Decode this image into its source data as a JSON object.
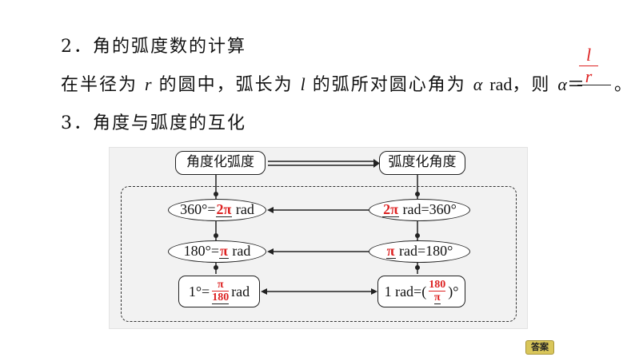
{
  "heading2": {
    "number": "2．",
    "text": "角的弧度数的计算"
  },
  "para": {
    "t1": "在半径为",
    "r": "r",
    "t2": "的圆中，弧长为",
    "l": "l",
    "t3": "的弧所对圆心角为",
    "alpha": "α",
    "rad": "rad",
    "t4": "，则",
    "alpha2": "α",
    "eq": "＝",
    "end": "。"
  },
  "answer_fraction": {
    "numerator": "l",
    "denominator": "r"
  },
  "heading3": {
    "number": "3．",
    "text": "角度与弧度的互化"
  },
  "diagram": {
    "left_title": "角度化弧度",
    "right_title": "弧度化角度",
    "row1_left": {
      "pre": "360°=",
      "ans": "2π",
      "post": "rad"
    },
    "row1_right": {
      "ans": "2π",
      "post": "rad=360°"
    },
    "row2_left": {
      "pre": "180°=",
      "ans": "π",
      "post": "rad"
    },
    "row2_right": {
      "ans": "π",
      "post": "rad=180°"
    },
    "row3_left": {
      "pre": "1°=",
      "num": "π",
      "den": "180",
      "post": "rad"
    },
    "row3_right": {
      "pre": "1 rad=(",
      "num": "180",
      "den": "π",
      "post": ")°"
    }
  },
  "answer_button": "答案",
  "colors": {
    "answer": "#dd2222",
    "button": "#d9c65a"
  }
}
